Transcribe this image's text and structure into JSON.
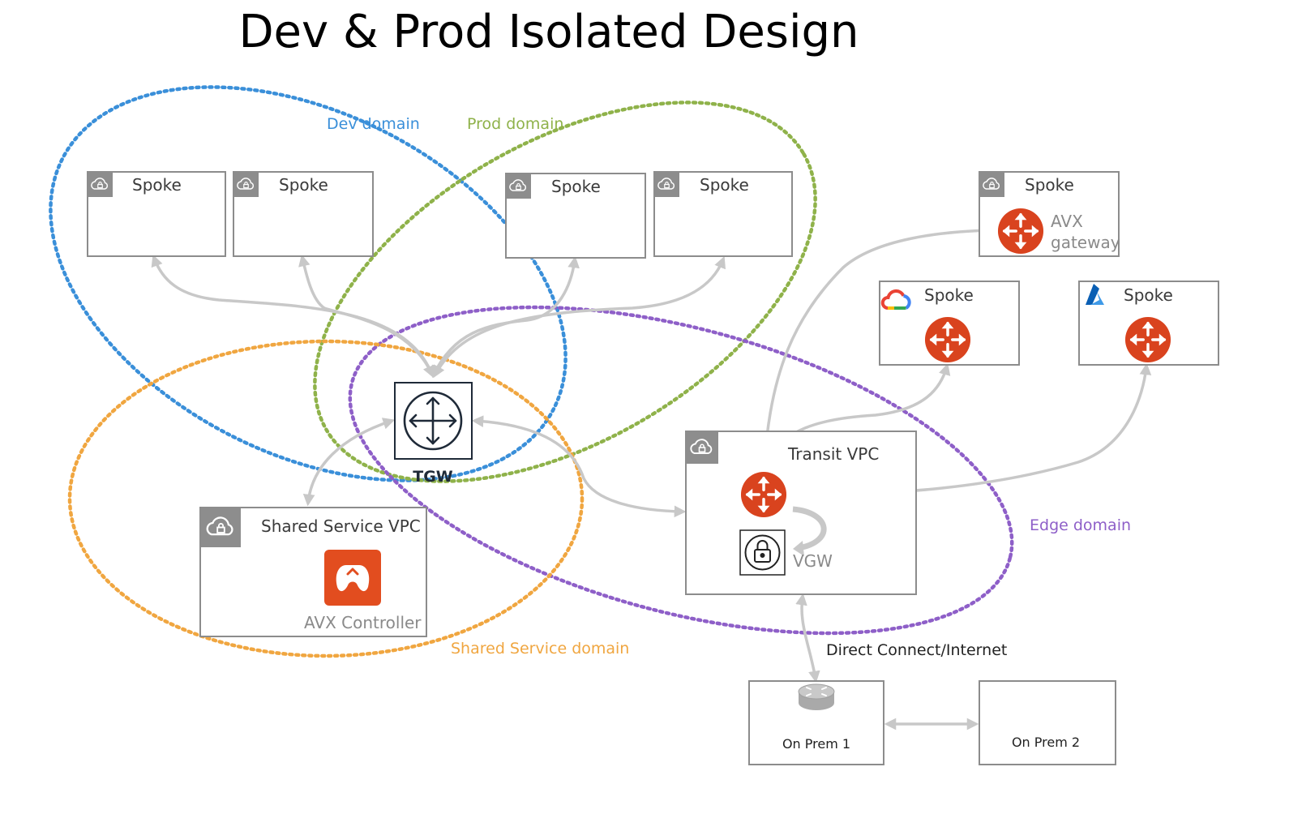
{
  "title": "Dev & Prod Isolated Design",
  "colors": {
    "dev": "#3a8fd9",
    "prod": "#8fb24a",
    "edge": "#8e5fc8",
    "shared": "#f0a640",
    "router": "#d9431e",
    "cloud_badge": "#8d8d8d",
    "connector": "#c8c8c8",
    "avx_controller": "#e24d1f"
  },
  "icons": {
    "cloud": "cloud-lock-icon",
    "router": "router-arrows-icon",
    "tgw": "tgw-cross-arrows-icon",
    "lock": "padlock-icon",
    "controller": "avx-controller-icon",
    "gcp": "google-cloud-icon",
    "azure": "azure-icon",
    "onprem": "onprem-router-icon"
  },
  "domains": {
    "dev": "Dev domain",
    "prod": "Prod domain",
    "edge": "Edge domain",
    "shared": "Shared Service domain"
  },
  "nodes": {
    "spoke_label": "Spoke",
    "tgw": "TGW",
    "shared_vpc": "Shared Service VPC",
    "avx_controller": "AVX Controller",
    "transit_vpc": "Transit VPC",
    "vgw": "VGW",
    "avx_gateway_line1": "AVX",
    "avx_gateway_line2": "gateway",
    "on_prem_1": "On Prem 1",
    "on_prem_2": "On Prem 2",
    "direct_connect": "Direct Connect/Internet"
  }
}
